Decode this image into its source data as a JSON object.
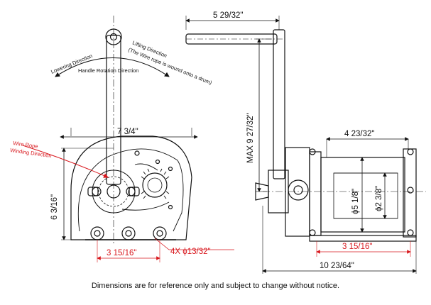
{
  "labels": {
    "lowering_direction": "Lowering Direction",
    "lifting_direction": "Lifting Direction",
    "wire_wound_note": "(The Wire rope is wound onto a drum)",
    "handle_rotation": "Handle Rotation Direction",
    "wire_winding_1": "Wire Rope",
    "wire_winding_2": "Winding Direction"
  },
  "dimensions": {
    "width_7_3_4": "7 3/4\"",
    "height_6_3_16": "6 3/16\"",
    "base_3_15_16_left": "3 15/16\"",
    "holes": "4X ϕ13/32\"",
    "handle_5_29_32": "5 29/32\"",
    "max_9_27_32": "MAX 9 27/32\"",
    "depth_4_23_32": "4 23/32\"",
    "drum_5_1_8": "ϕ5 1/8\"",
    "drum_2_3_8": "ϕ2 3/8\"",
    "base_3_15_16_right": "3 15/16\"",
    "overall_10_23_64": "10 23/64\""
  },
  "note": "Dimensions are for reference only and subject to change without notice.",
  "colors": {
    "line": "#111111",
    "accent": "#d8161c"
  }
}
